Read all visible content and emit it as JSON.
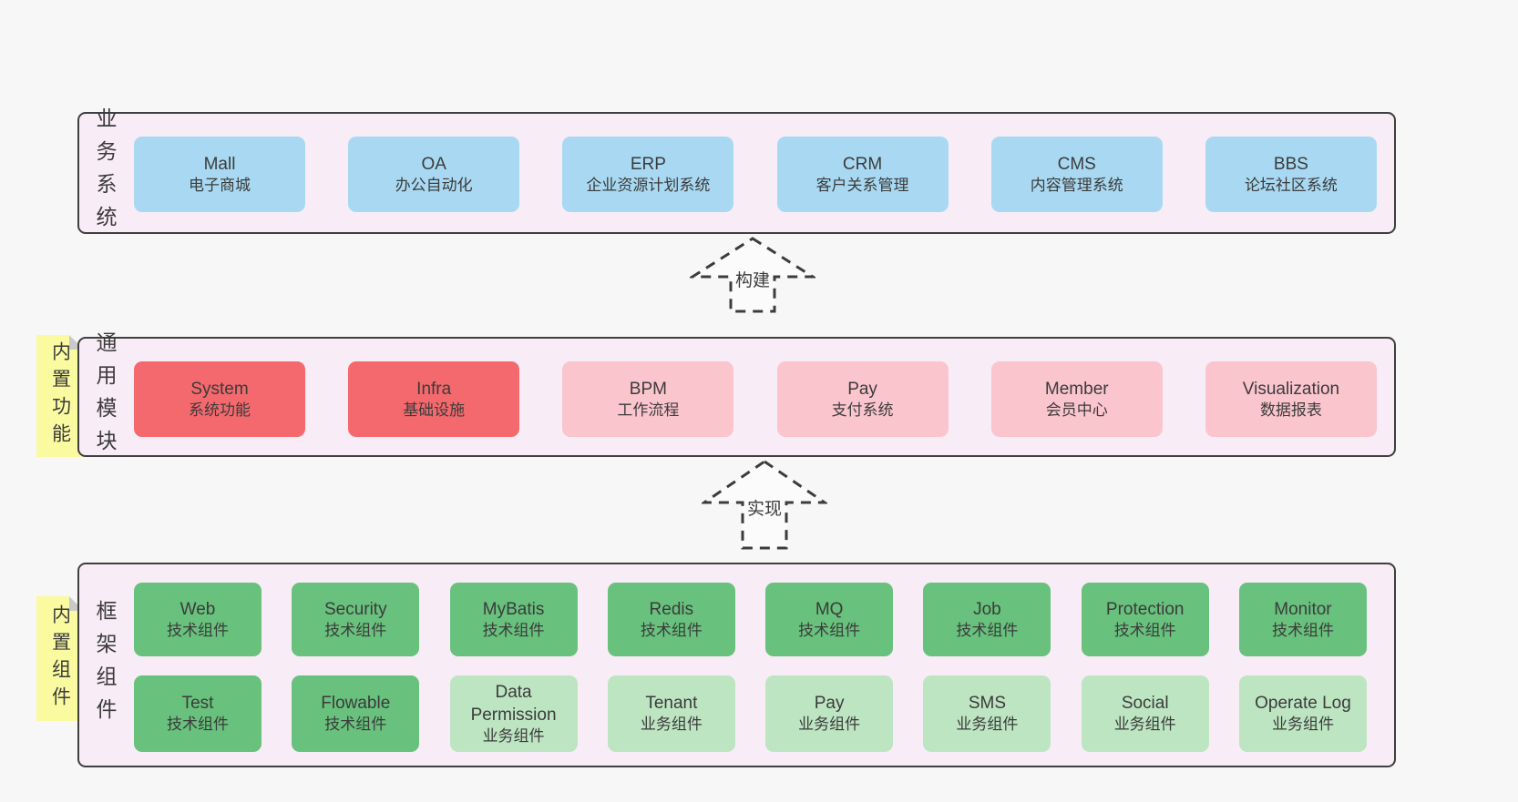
{
  "colors": {
    "page_bg": "#f7f7f7",
    "band_bg": "#f8edf6",
    "band_border": "#3f3f3f",
    "blue": "#a9d9f2",
    "red": "#f4696d",
    "pink": "#fbc5ce",
    "green": "#68c17c",
    "green_light": "#bde5c2",
    "note_yellow": "#fafaa0",
    "note_fold": "#c9c9c9",
    "text": "#3b3b3b"
  },
  "arrows": [
    {
      "label": "构建"
    },
    {
      "label": "实现"
    }
  ],
  "bands": [
    {
      "label": "业务系统",
      "boxes": [
        {
          "name": "Mall",
          "sub": "电子商城"
        },
        {
          "name": "OA",
          "sub": "办公自动化"
        },
        {
          "name": "ERP",
          "sub": "企业资源计划系统"
        },
        {
          "name": "CRM",
          "sub": "客户关系管理"
        },
        {
          "name": "CMS",
          "sub": "内容管理系统"
        },
        {
          "name": "BBS",
          "sub": "论坛社区系统"
        }
      ]
    },
    {
      "label": "通用模块",
      "note": "内置功能",
      "boxes": [
        {
          "name": "System",
          "sub": "系统功能"
        },
        {
          "name": "Infra",
          "sub": "基础设施"
        },
        {
          "name": "BPM",
          "sub": "工作流程"
        },
        {
          "name": "Pay",
          "sub": "支付系统"
        },
        {
          "name": "Member",
          "sub": "会员中心"
        },
        {
          "name": "Visualization",
          "sub": "数据报表"
        }
      ]
    },
    {
      "label": "框架组件",
      "note": "内置组件",
      "rows": [
        [
          {
            "name": "Web",
            "sub": "技术组件"
          },
          {
            "name": "Security",
            "sub": "技术组件"
          },
          {
            "name": "MyBatis",
            "sub": "技术组件"
          },
          {
            "name": "Redis",
            "sub": "技术组件"
          },
          {
            "name": "MQ",
            "sub": "技术组件"
          },
          {
            "name": "Job",
            "sub": "技术组件"
          },
          {
            "name": "Protection",
            "sub": "技术组件"
          },
          {
            "name": "Monitor",
            "sub": "技术组件"
          }
        ],
        [
          {
            "name": "Test",
            "sub": "技术组件"
          },
          {
            "name": "Flowable",
            "sub": "技术组件"
          },
          {
            "name": "Data Permission",
            "sub": "业务组件"
          },
          {
            "name": "Tenant",
            "sub": "业务组件"
          },
          {
            "name": "Pay",
            "sub": "业务组件"
          },
          {
            "name": "SMS",
            "sub": "业务组件"
          },
          {
            "name": "Social",
            "sub": "业务组件"
          },
          {
            "name": "Operate Log",
            "sub": "业务组件"
          }
        ]
      ]
    }
  ]
}
